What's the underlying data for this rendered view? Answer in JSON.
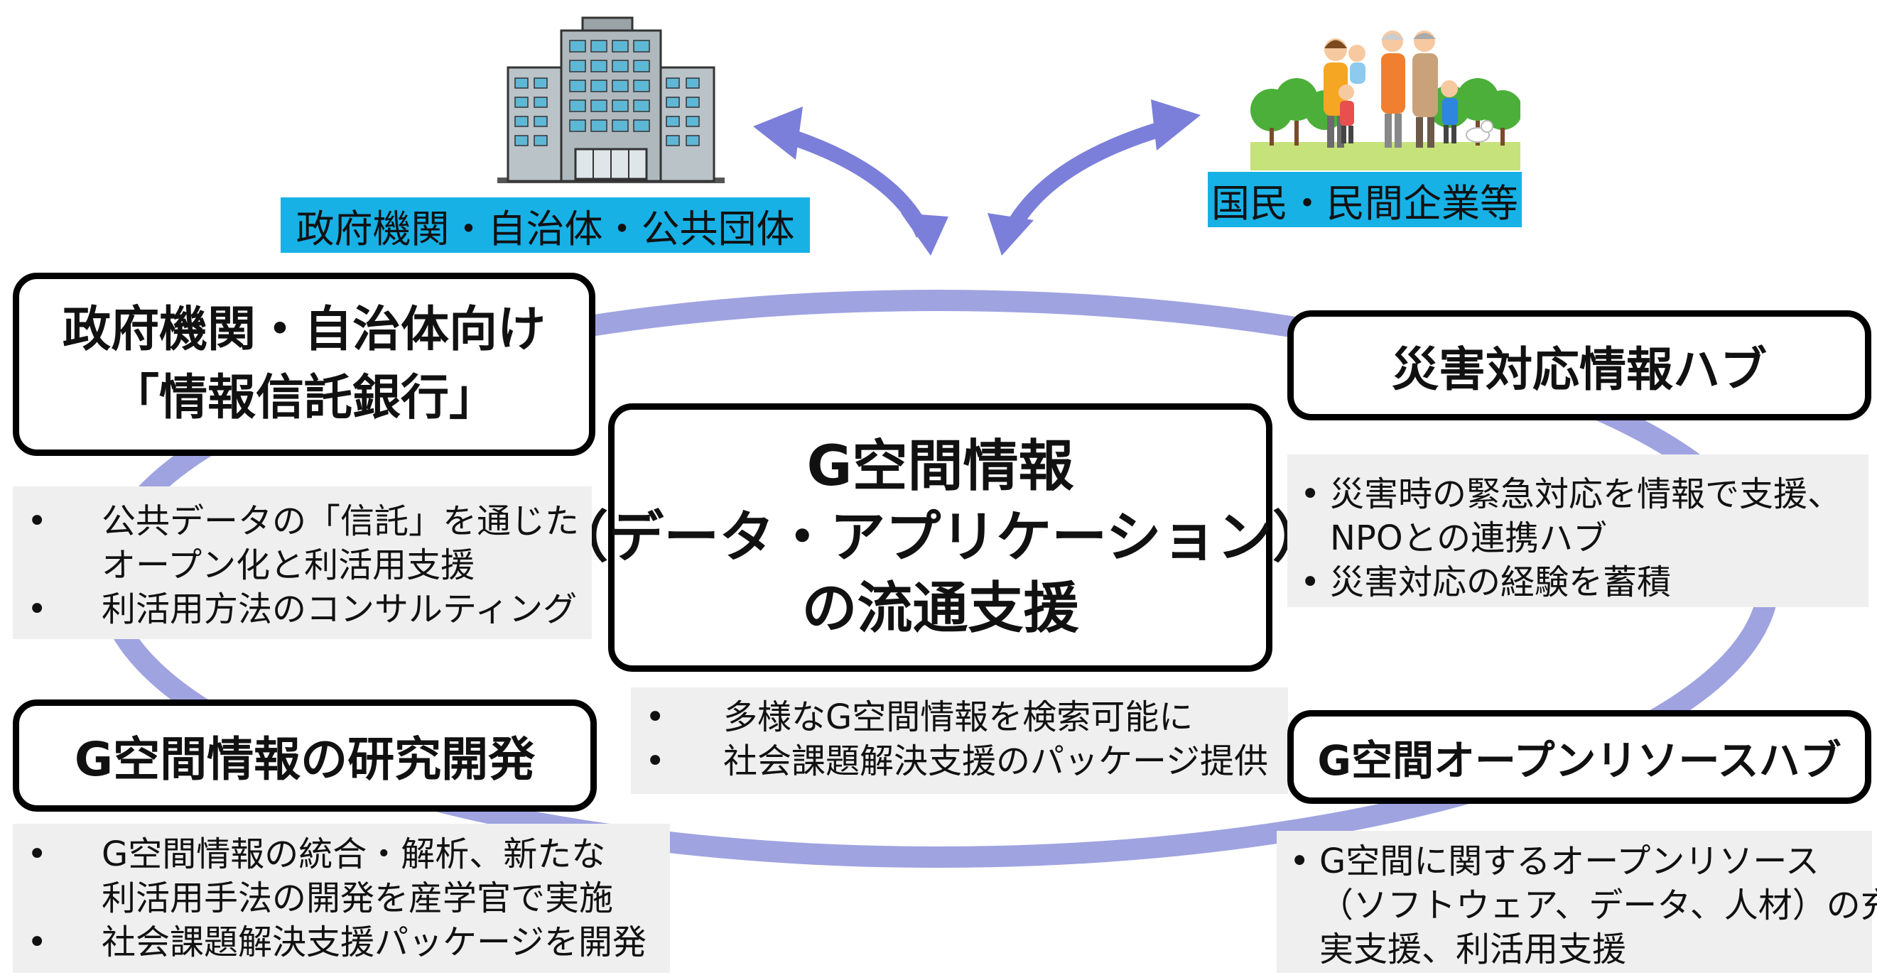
{
  "stakeholders": {
    "government": "政府機関・自治体・公共団体",
    "citizens": "国民・民間企業等"
  },
  "center": {
    "lines": [
      "G空間情報",
      "（データ・アプリケーション）",
      "の流通支援"
    ],
    "bullets": [
      "多様なG空間情報を検索可能に",
      "社会課題解決支援のパッケージ提供"
    ]
  },
  "trust_bank": {
    "title_lines": [
      "政府機関・自治体向け",
      "「情報信託銀行」"
    ],
    "bullets": [
      [
        "公共データの「信託」を通じた",
        "オープン化と利活用支援"
      ],
      [
        "利活用方法のコンサルティング"
      ]
    ]
  },
  "disaster_hub": {
    "title": "災害対応情報ハブ",
    "bullets": [
      [
        "災害時の緊急対応を情報で支援、",
        "NPOとの連携ハブ"
      ],
      [
        "災害対応の経験を蓄積"
      ]
    ]
  },
  "research": {
    "title": "G空間情報の研究開発",
    "bullets": [
      [
        "G空間情報の統合・解析、新たな",
        "利活用手法の開発を産学官で実施"
      ],
      [
        "社会課題解決支援パッケージを開発"
      ]
    ]
  },
  "open_resource_hub": {
    "title": "G空間オープンリソースハブ",
    "bullets": [
      [
        "G空間に関するオープンリソース",
        "（ソフトウェア、データ、人材）の充",
        "実支援、利活用支援"
      ]
    ]
  },
  "bullet_symbol": "•",
  "colors": {
    "ring": "#9fa3e0",
    "arrow": "#7b7fd9",
    "label_bg": "#17b1e6",
    "box_border": "#000000",
    "panel_bg": "#efefef"
  },
  "icons": {
    "building": "office-building-icon",
    "family": "family-people-icon"
  }
}
